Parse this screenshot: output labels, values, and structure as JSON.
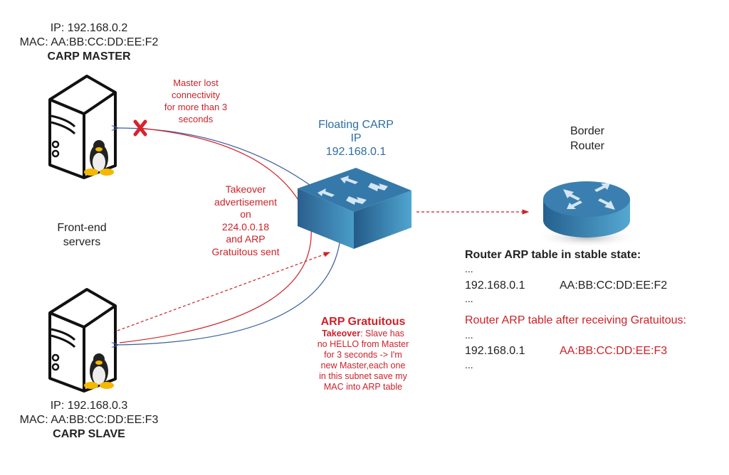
{
  "master": {
    "ip": "IP: 192.168.0.2",
    "mac": "MAC: AA:BB:CC:DD:EE:F2",
    "role": "CARP MASTER"
  },
  "slave": {
    "ip": "IP: 192.168.0.3",
    "mac": "MAC: AA:BB:CC:DD:EE:F3",
    "role": "CARP SLAVE"
  },
  "frontend_label": [
    "Front-end",
    "servers"
  ],
  "lost_connectivity": [
    "Master lost",
    "connectivity",
    "for more than 3",
    "seconds"
  ],
  "takeover_adv": [
    "Takeover",
    "advertisement",
    "on",
    "224.0.0.18",
    "and ARP",
    "Gratuitous sent"
  ],
  "floating_ip": [
    "Floating CARP",
    "IP",
    "192.168.0.1"
  ],
  "border_router": [
    "Border",
    "Router"
  ],
  "arp_gratuitous": {
    "title": "ARP Gratuitous",
    "bold_prefix": "Takeover",
    "lines": [
      ": Slave has",
      "no HELLO from Master",
      "for 3 seconds -> I'm",
      "new Master,each one",
      "in this subnet save my",
      "MAC into ARP table"
    ]
  },
  "arp_table": {
    "stable_title": "Router ARP table in stable state:",
    "stable_rows": [
      {
        "ellipsis": "..."
      },
      {
        "ip": "192.168.0.1",
        "mac": "AA:BB:CC:DD:EE:F2"
      },
      {
        "ellipsis": "..."
      }
    ],
    "after_title": "Router ARP table after receiving Gratuitous:",
    "after_rows": [
      {
        "ellipsis": "..."
      },
      {
        "ip": "192.168.0.1",
        "mac": "AA:BB:CC:DD:EE:F3"
      },
      {
        "ellipsis": "..."
      }
    ]
  },
  "colors": {
    "red": "#cc2229",
    "blue": "#2e6da4",
    "device_blue": "#2f6f9f"
  }
}
